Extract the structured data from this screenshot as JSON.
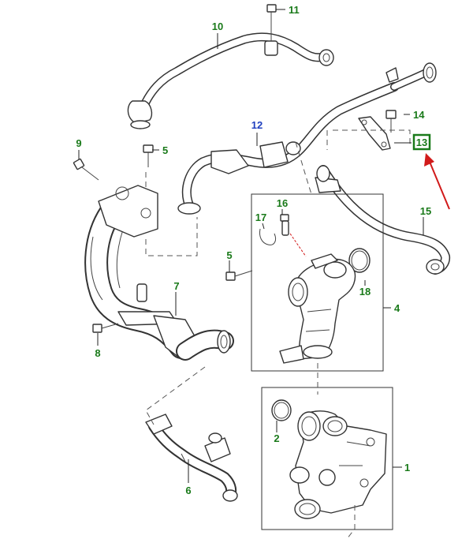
{
  "colors": {
    "callout": "#1a7a1a",
    "callout_highlight": "#1f3fbf",
    "arrow": "#d11a1a",
    "line": "#333333"
  },
  "callouts": {
    "c1": "1",
    "c2": "2",
    "c4": "4",
    "c5a": "5",
    "c5b": "5",
    "c6": "6",
    "c7": "7",
    "c8": "8",
    "c9": "9",
    "c10": "10",
    "c11": "11",
    "c12": "12",
    "c13": "13",
    "c14": "14",
    "c15": "15",
    "c16": "16",
    "c17": "17",
    "c18": "18"
  }
}
